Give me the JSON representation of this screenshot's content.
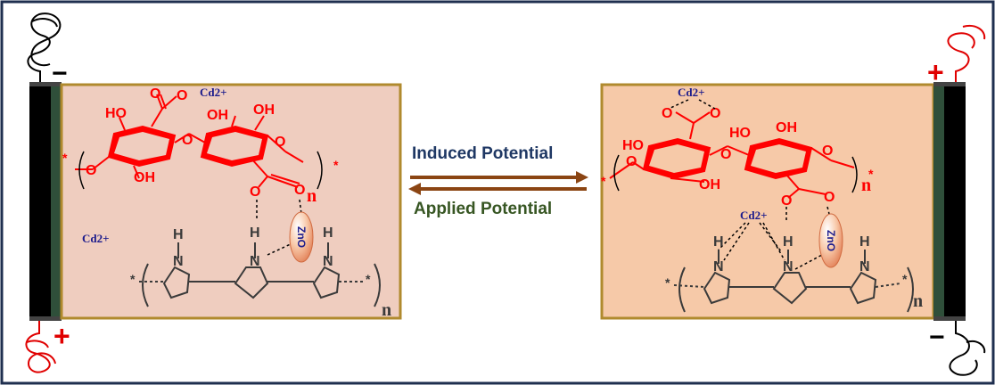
{
  "colors": {
    "frame": "#1f2f4f",
    "panel_border": "#b08a2e",
    "panel_left_fill": "#efcdbf",
    "panel_right_fill": "#f6c9a8",
    "electrode_black": "#000000",
    "electrode_green": "#2f4f3a",
    "polymer_red": "#ff0000",
    "ppy_gray": "#3a3a3a",
    "ion_blue": "#1a1a8c",
    "arrow_brown": "#8b4513",
    "induced_text": "#1f3864",
    "applied_text": "#375623",
    "zno_orange": "#f0a070"
  },
  "labels": {
    "induced": "Induced Potential",
    "applied": "Applied Potential",
    "cd_ion": "Cd2+",
    "zno": "ZnO",
    "n": "n",
    "star": "*",
    "plus": "+",
    "minus": "−",
    "O": "O",
    "HO": "HO",
    "OH": "OH",
    "H": "H",
    "N": "N"
  }
}
